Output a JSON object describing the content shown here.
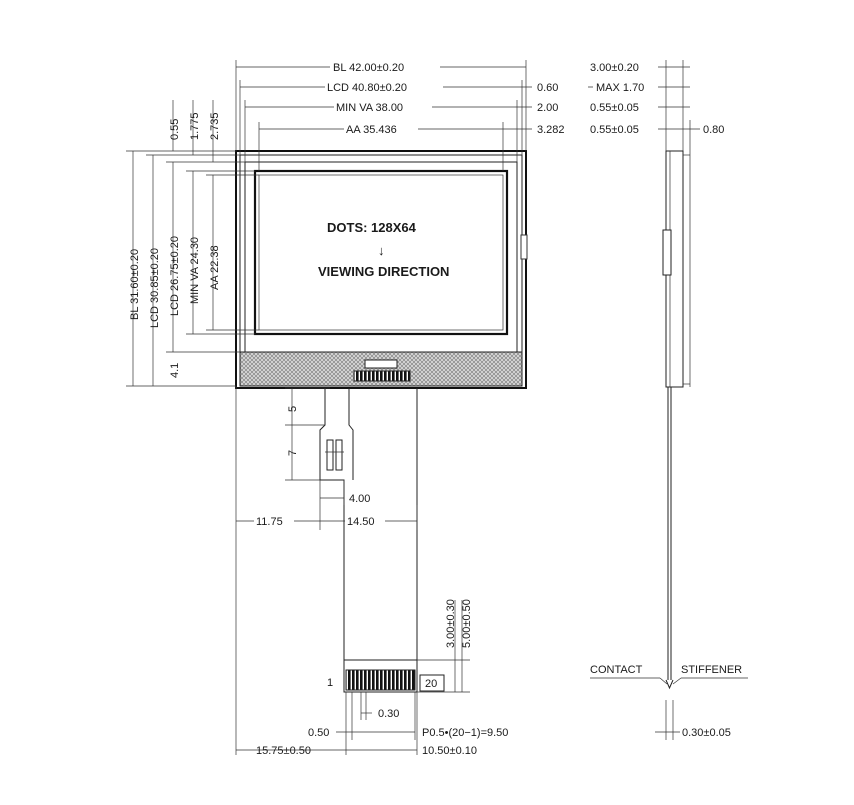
{
  "top_dims": {
    "bl": "BL 42.00±0.20",
    "lcd": "LCD 40.80±0.20",
    "min_va": "MIN VA 38.00",
    "aa": "AA 35.436",
    "r1": "0.60",
    "r2": "2.00",
    "r3": "3.282"
  },
  "left_dims": {
    "bl": "BL 31.60±0.20",
    "lcd1": "LCD 30.85±0.20",
    "lcd2": "LCD 26.75±0.20",
    "min_va": "MIN VA 24.30",
    "aa": "AA 22.38",
    "d1": "0.55",
    "d2": "1.775",
    "d3": "2.735",
    "d4": "4.1"
  },
  "screen": {
    "dots": "DOTS:   128X64",
    "arrow": "↓",
    "viewing": "VIEWING  DIRECTION"
  },
  "fpc_dims": {
    "v5": "5",
    "v7": "7",
    "w400": "4.00",
    "w1175": "11.75",
    "w1450": "14.50",
    "v300": "3.00±0.30",
    "v500": "5.00±0.50",
    "pin1": "1",
    "pin20": "20",
    "p030": "0.30",
    "p050": "0.50",
    "pitch": "P0.5•(20−1)=9.50",
    "b1575": "15.75±0.50",
    "b1050": "10.50±0.10"
  },
  "side_dims": {
    "t300": "3.00±0.20",
    "max": "MAX 1.70",
    "s055a": "0.55±0.05",
    "s055b": "0.55±0.05",
    "s080": "0.80",
    "contact": "CONTACT",
    "stiffener": "STIFFENER",
    "s030": "0.30±0.05"
  }
}
